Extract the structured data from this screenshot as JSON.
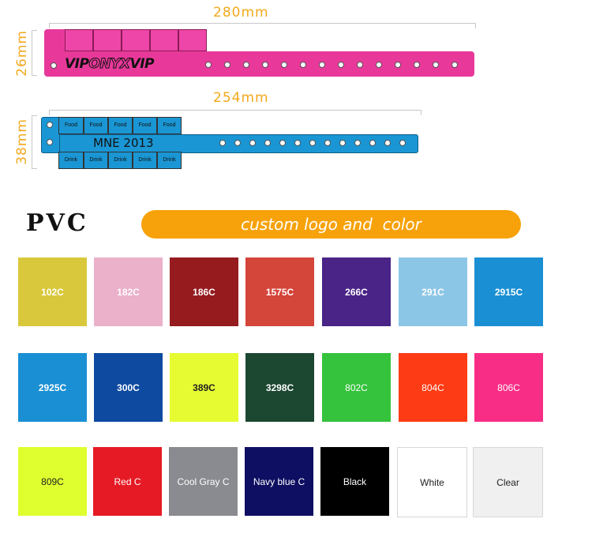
{
  "dimensions": {
    "vip_width": "280mm",
    "vip_height": "26mm",
    "mne_width": "254mm",
    "mne_height": "38mm"
  },
  "vip_band": {
    "text_left": "VIP",
    "text_mid": "ONYX",
    "text_right": "VIP",
    "color": "#e8399a"
  },
  "mne_band": {
    "title": "MNE 2013",
    "top_tabs": [
      "Food",
      "Food",
      "Food",
      "Food",
      "Food"
    ],
    "bottom_tabs": [
      "Drink",
      "Drink",
      "Drink",
      "Drink",
      "Drink"
    ],
    "color": "#1a96d4"
  },
  "section": {
    "material": "PVC",
    "banner": "custom logo and  color"
  },
  "swatches": [
    {
      "label": "102C",
      "color": "#d9c83c",
      "text": "#ffffff",
      "bold": true
    },
    {
      "label": "182C",
      "color": "#ebb0ca",
      "text": "#ffffff",
      "bold": true
    },
    {
      "label": "186C",
      "color": "#951b1f",
      "text": "#ffffff",
      "bold": true
    },
    {
      "label": "1575C",
      "color": "#d4453a",
      "text": "#ffffff",
      "bold": true
    },
    {
      "label": "266C",
      "color": "#4a2487",
      "text": "#ffffff",
      "bold": true
    },
    {
      "label": "291C",
      "color": "#8cc6e6",
      "text": "#ffffff",
      "bold": true
    },
    {
      "label": "2915C",
      "color": "#1a8fd4",
      "text": "#ffffff",
      "bold": true
    },
    {
      "label": "2925C",
      "color": "#1a8fd4",
      "text": "#ffffff",
      "bold": true
    },
    {
      "label": "300C",
      "color": "#0d4aa0",
      "text": "#ffffff",
      "bold": true
    },
    {
      "label": "389C",
      "color": "#e6fb32",
      "text": "#222222",
      "bold": true
    },
    {
      "label": "3298C",
      "color": "#1c4731",
      "text": "#ffffff",
      "bold": true
    },
    {
      "label": "802C",
      "color": "#35c23c",
      "text": "#ffffff",
      "bold": false
    },
    {
      "label": "804C",
      "color": "#fd3b14",
      "text": "#ffffff",
      "bold": false
    },
    {
      "label": "806C",
      "color": "#f82d86",
      "text": "#ffffff",
      "bold": false
    },
    {
      "label": "809C",
      "color": "#dfff2e",
      "text": "#222222",
      "bold": false
    },
    {
      "label": "Red C",
      "color": "#e61a24",
      "text": "#ffffff",
      "bold": false
    },
    {
      "label": "Cool Gray C",
      "color": "#8a8b90",
      "text": "#ffffff",
      "bold": false
    },
    {
      "label": "Navy blue C",
      "color": "#0e0e62",
      "text": "#ffffff",
      "bold": false
    },
    {
      "label": "Black",
      "color": "#000000",
      "text": "#ffffff",
      "bold": false
    },
    {
      "label": "White",
      "color": "#ffffff",
      "text": "#222222",
      "bold": false
    },
    {
      "label": "Clear",
      "color": "#f0f0f0",
      "text": "#222222",
      "bold": false
    }
  ]
}
